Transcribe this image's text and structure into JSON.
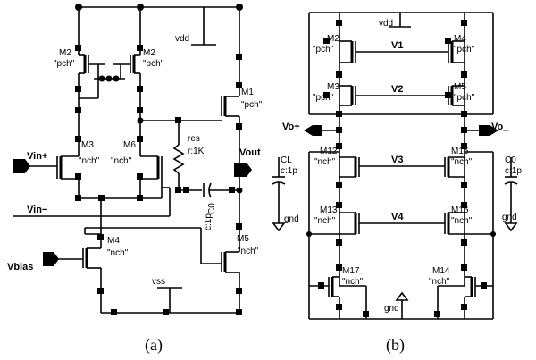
{
  "circuit_a": {
    "caption": "(a)",
    "vdd": "vdd",
    "vss": "vss",
    "transistors": [
      {
        "name": "M2",
        "type": "\"pch\""
      },
      {
        "name": "M2",
        "type": "\"pch\""
      },
      {
        "name": "M1",
        "type": "\"pch\""
      },
      {
        "name": "M3",
        "type": "\"nch\""
      },
      {
        "name": "M6",
        "type": "\"nch\""
      },
      {
        "name": "M4",
        "type": "\"nch\""
      },
      {
        "name": "M5",
        "type": "\"nch\""
      }
    ],
    "resistor": {
      "name": "res",
      "value": "r:1K"
    },
    "capacitor": {
      "name": "C0",
      "value": "c:1p"
    },
    "ports": {
      "vin_plus": "Vin+",
      "vin_minus": "Vin−",
      "vbias": "Vbias",
      "vout": "Vout"
    }
  },
  "circuit_b": {
    "caption": "(b)",
    "vdd": "vdd",
    "gnd": "gnd",
    "transistors": [
      {
        "name": "M2",
        "type": "\"pch\""
      },
      {
        "name": "M4",
        "type": "\"pch\""
      },
      {
        "name": "M3",
        "type": "\"pch\""
      },
      {
        "name": "M5",
        "type": "\"pch\""
      },
      {
        "name": "M12",
        "type": "\"nch\""
      },
      {
        "name": "M15",
        "type": "\"nch\""
      },
      {
        "name": "M13",
        "type": "\"nch\""
      },
      {
        "name": "M16",
        "type": "\"nch\""
      },
      {
        "name": "M17",
        "type": "\"nch\""
      },
      {
        "name": "M14",
        "type": "\"nch\""
      }
    ],
    "bias_lines": [
      "V1",
      "V2",
      "V3",
      "V4"
    ],
    "ports": {
      "vo_plus": "Vo+",
      "vo_minus": "Vo_"
    },
    "caps": [
      {
        "name": "CL",
        "value": "c:1p",
        "gnd": "gnd"
      },
      {
        "name": "C0",
        "value": "c:1p",
        "gnd": "gnd"
      }
    ]
  }
}
